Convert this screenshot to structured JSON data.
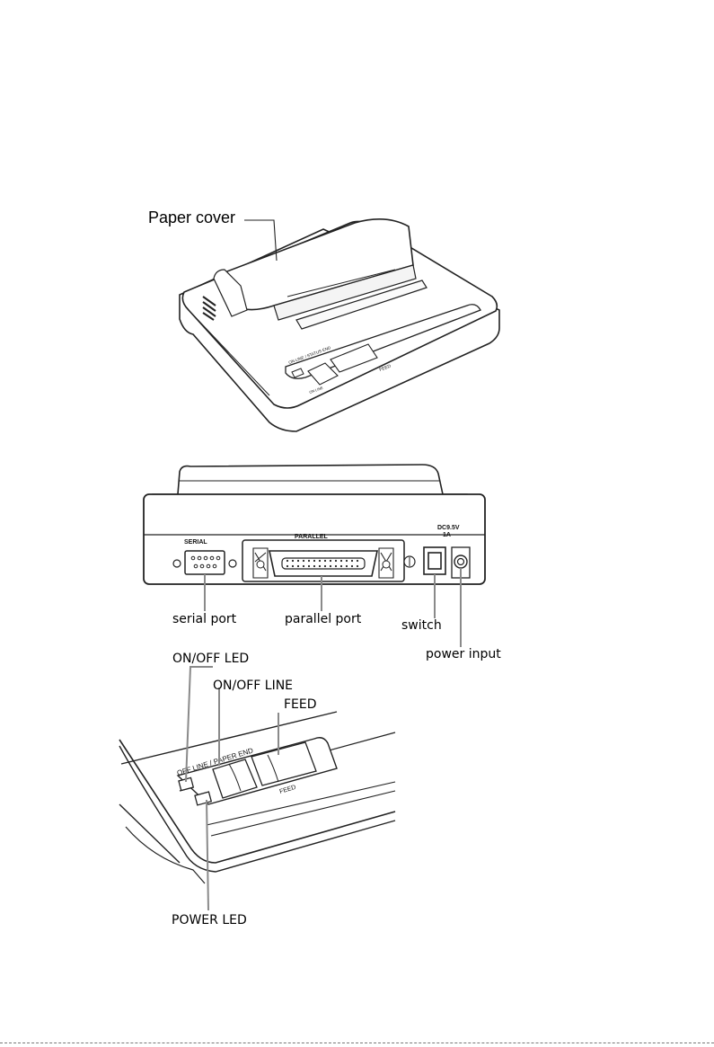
{
  "figure": {
    "panel_top": {
      "callout": "Paper cover",
      "device_labels": {
        "onoff_line": "ON LINE / STATUS END",
        "on_line": "ON LINE",
        "feed": "FEED"
      }
    },
    "panel_middle": {
      "device_labels": {
        "serial": "SERIAL",
        "parallel": "PARALLEL",
        "power_rating": "DC9.5V",
        "power_amp": "1A"
      },
      "callouts": {
        "serial_port": "serial port",
        "parallel_port": "parallel port",
        "switch": "switch",
        "power_input": "power input"
      }
    },
    "panel_bottom": {
      "device_labels": {
        "onoff_line": "OFF LINE / PAPER END",
        "feed": "FEED"
      },
      "callouts": {
        "onoff_led": "ON/OFF LED",
        "onoff_line": "ON/OFF LINE",
        "feed": "FEED",
        "power_led": "POWER LED"
      }
    }
  }
}
